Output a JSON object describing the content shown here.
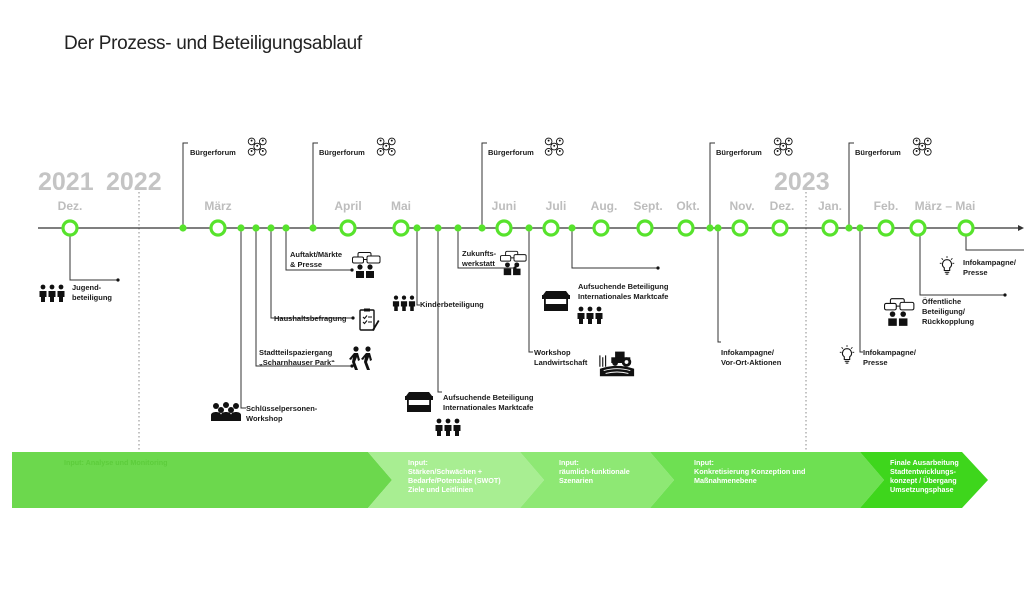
{
  "title": "Der Prozess- und Beteiligungsablauf",
  "years": [
    "2021",
    "2022",
    "2023"
  ],
  "months": [
    "Dez.",
    "März",
    "April",
    "Mai",
    "Juni",
    "Juli",
    "Aug.",
    "Sept.",
    "Okt.",
    "Nov.",
    "Dez.",
    "Jan.",
    "Feb.",
    "März – Mai"
  ],
  "buergerforum": "Bürgerforum",
  "events": {
    "jugend": [
      "Jugend-",
      "beteiligung"
    ],
    "auftakt": [
      "Auftakt/Märkte",
      "& Presse"
    ],
    "haushalt": [
      "Haushaltsbefragung"
    ],
    "spaziergang": [
      "Stadtteilspaziergang",
      "„Scharnhauser Park“"
    ],
    "schluessel": [
      "Schlüsselpersonen-",
      "Workshop"
    ],
    "kinder": [
      "Kinderbeteiligung"
    ],
    "markt_mai": [
      "Aufsuchende Beteiligung",
      "Internationales Marktcafe"
    ],
    "zukunft": [
      "Zukunfts-",
      "werkstatt"
    ],
    "markt_juli": [
      "Aufsuchende Beteiligung",
      "Internationales Marktcafe"
    ],
    "landwirtschaft": [
      "Workshop",
      "Landwirtschaft"
    ],
    "vorort": [
      "Infokampagne/",
      "Vor-Ort-Aktionen"
    ],
    "info_jan": [
      "Infokampagne/",
      "Presse"
    ],
    "oeffentlich": [
      "Öffentliche",
      "Beteiligung/",
      "Rückkopplung"
    ],
    "info_end": [
      "Infokampagne/",
      "Presse"
    ]
  },
  "phases": [
    {
      "lines": [
        "Input: Analyse und Monitoring"
      ],
      "color": "#c8f4b8"
    },
    {
      "lines": [
        "Input:",
        "Stärken/Schwächen +",
        "Bedarfe/Potenziale (SWOT)",
        "Ziele und Leitlinien"
      ],
      "color": "#a8ee92"
    },
    {
      "lines": [
        "Input:",
        "räumlich-funktionale",
        "Szenarien"
      ],
      "color": "#8ee874"
    },
    {
      "lines": [
        "Input:",
        "Konkretisierung Konzeption und",
        "Maßnahmenebene"
      ],
      "color": "#6ee052"
    },
    {
      "lines": [
        "Finale Ausarbeitung",
        "Stadtentwicklungs-",
        "konzept / Übergang",
        "Umsetzungsphase"
      ],
      "color": "#3ed61c"
    }
  ],
  "colors": {
    "accent": "#57e32c",
    "axis": "#333333",
    "year": "#c4c4c4",
    "month": "#bdbdbd"
  },
  "icons": [
    "people-group-icon",
    "network-people-icon",
    "chat-people-icon",
    "survey-clipboard-icon",
    "walking-people-icon",
    "meeting-group-icon",
    "market-stall-icon",
    "tractor-field-icon",
    "lightbulb-icon"
  ]
}
